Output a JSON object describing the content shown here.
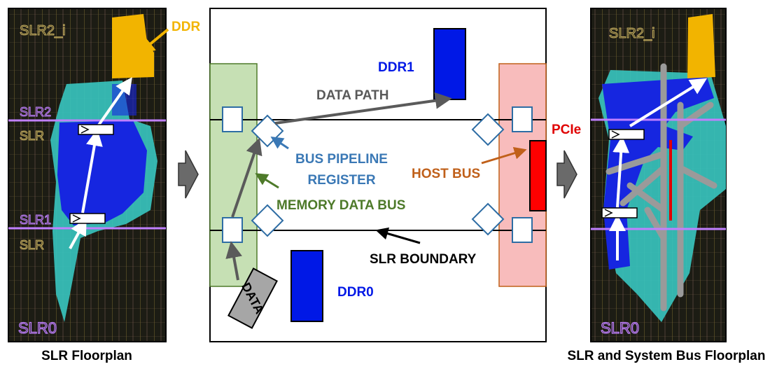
{
  "left_panel": {
    "caption": "SLR Floorplan",
    "slr_labels": [
      "SLR2",
      "SLR1",
      "SLR0"
    ],
    "ddr_label": "DDR",
    "ddr_label_color": "#f2b400"
  },
  "center_panel": {
    "ddr1_label": "DDR1",
    "ddr0_label": "DDR0",
    "data_path_label": "DATA PATH",
    "bus_pipeline_label_line1": "BUS PIPELINE",
    "bus_pipeline_label_line2": "REGISTER",
    "host_bus_label": "HOST BUS",
    "memory_data_bus_label": "MEMORY DATA BUS",
    "slr_boundary_label": "SLR BOUNDARY",
    "data_block_label": "DATA",
    "pcie_label": "PCIe",
    "colors": {
      "ddr_block": "#0018e6",
      "ddr_text": "#0018e6",
      "bus_pipeline_text": "#3a78b5",
      "host_bus_text": "#c0601a",
      "memory_bus_text": "#4e7a2a",
      "pcie_text": "#e00000",
      "memory_bus_fill": "#c6e0b4",
      "host_bus_fill": "#f8bcbc",
      "pcie_block": "#ff0000"
    }
  },
  "right_panel": {
    "caption": "SLR and System Bus Floorplan",
    "slr_labels": [
      "SLR2",
      "SLR0"
    ]
  }
}
